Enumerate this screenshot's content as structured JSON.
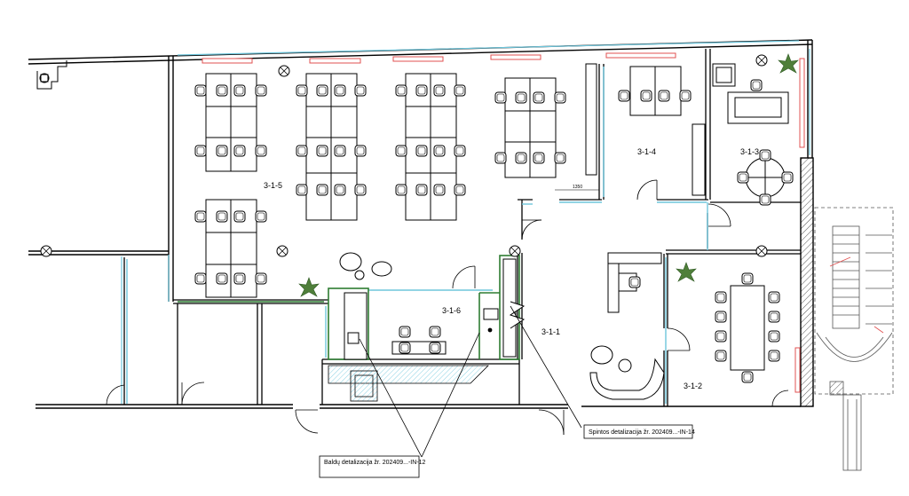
{
  "plan": {
    "rooms": [
      {
        "label": "3-1-5"
      },
      {
        "label": "3-1-4"
      },
      {
        "label": "3-1-3"
      },
      {
        "label": "3-1-6"
      },
      {
        "label": "3-1-1"
      },
      {
        "label": "3-1-2"
      }
    ],
    "dimension": "1350",
    "callouts": [
      {
        "text": "Baldų detalizacija žr. 202409...-IN-12"
      },
      {
        "text": "Spintos detalizacija žr. 202409...-IN-14"
      }
    ],
    "colors": {
      "wall": "#000000",
      "glass": "#6ec6dc",
      "partition": "#2e7d32",
      "radiator": "#e05050",
      "plant": "#4f7f3a",
      "stair": "#555555"
    }
  }
}
